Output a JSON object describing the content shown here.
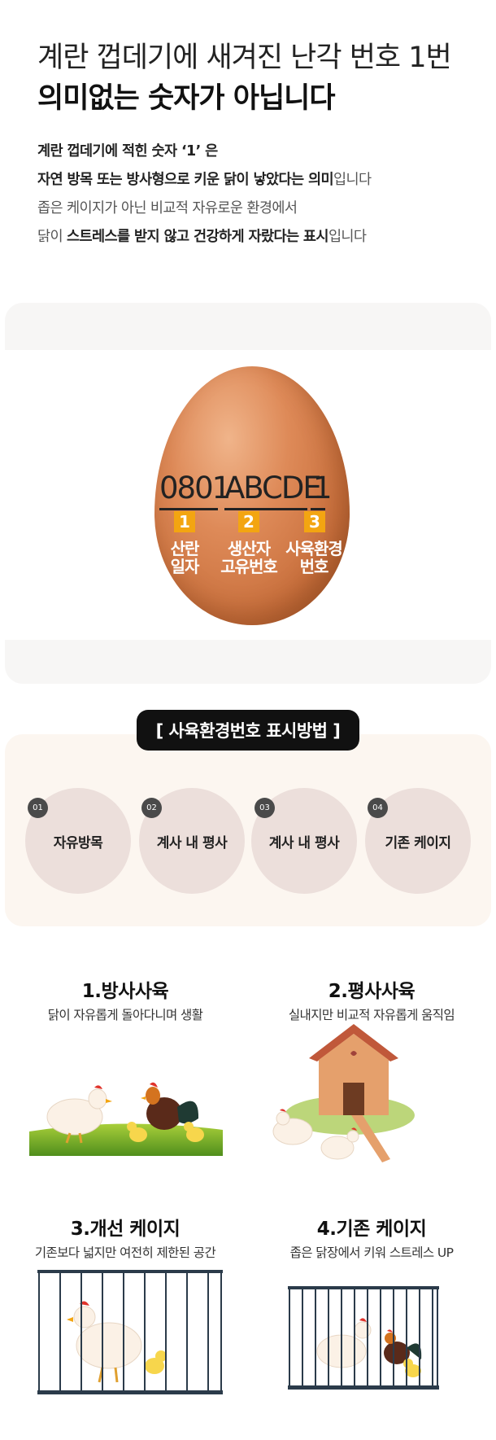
{
  "header": {
    "line1": "계란 껍데기에 새겨진 난각 번호 1번",
    "line2": "의미없는 숫자가 아닙니다"
  },
  "description": {
    "line1": "계란 껍데기에 적힌 숫자 ‘1’ 은",
    "line2_bold": "자연 방목 또는 방사형으로 키운 닭이 낳았다는 의미",
    "line2_rest": "입니다",
    "line3": "좁은  케이지가 아닌 비교적 자유로운 환경에서",
    "line4_pre": "닭이 ",
    "line4_bold": "스트레스를 받지 않고 건강하게 자랐다는 표시",
    "line4_rest": "입니다"
  },
  "egg": {
    "date_code": "0801",
    "producer_code": "ABCDE",
    "env_code": "1",
    "badges": [
      "1",
      "2",
      "3"
    ],
    "labels": [
      [
        "산란",
        "일자"
      ],
      [
        "생산자",
        "고유번호"
      ],
      [
        "사육환경",
        "번호"
      ]
    ]
  },
  "method": {
    "title": "[ 사육환경번호 표시방법 ]",
    "items": [
      {
        "num": "01",
        "label": "자유방목"
      },
      {
        "num": "02",
        "label": "계사 내 평사"
      },
      {
        "num": "03",
        "label": "계사 내 평사"
      },
      {
        "num": "04",
        "label": "기존 케이지"
      }
    ]
  },
  "types": [
    {
      "title": "1.방사사육",
      "desc": "닭이 자유롭게 돌아다니며 생활"
    },
    {
      "title": "2.평사사육",
      "desc": "실내지만 비교적 자유롭게 움직임"
    },
    {
      "title": "3.개선 케이지",
      "desc": "기존보다 넓지만 여전히 제한된 공간"
    },
    {
      "title": "4.기존 케이지",
      "desc": "좁은 닭장에서 키워 스트레스 UP"
    }
  ],
  "colors": {
    "badge": "#f3a511",
    "egg": "#de8a58",
    "method_bg": "#fcf6f0",
    "circle": "#ecdfdb",
    "pill": "#111111"
  }
}
